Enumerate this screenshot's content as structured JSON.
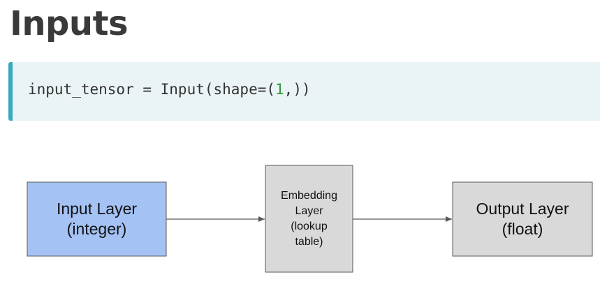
{
  "slide": {
    "title": "Inputs"
  },
  "code": {
    "prefix": "input_tensor = Input(shape=(",
    "number": "1",
    "suffix": ",))"
  },
  "diagram": {
    "input_box": {
      "line1": "Input Layer",
      "line2": "(integer)",
      "fill": "#a4c2f4"
    },
    "embedding_box": {
      "line1": "Embedding",
      "line2": "Layer",
      "line3": "(lookup",
      "line4": "table)",
      "fill": "#d9d9d9"
    },
    "output_box": {
      "line1": "Output Layer",
      "line2": "(float)",
      "fill": "#d9d9d9"
    }
  }
}
